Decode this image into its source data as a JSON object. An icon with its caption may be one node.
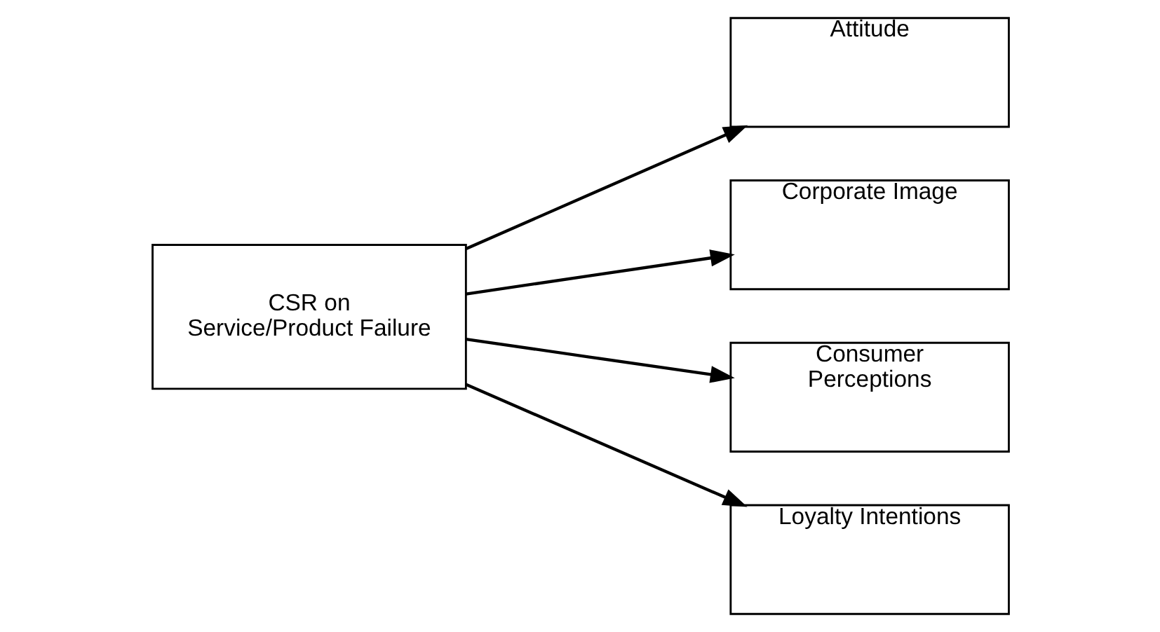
{
  "diagram": {
    "nodes": [
      {
        "text": [
          "CSR on Service/Product Failure"
        ]
      },
      {
        "text": [
          "Attitude"
        ]
      },
      {
        "text": [
          "Corporate Image"
        ]
      },
      {
        "text": [
          "Consumer Perceptions"
        ]
      },
      {
        "text": [
          "Loyalty Intentions"
        ]
      }
    ],
    "edges": [
      {
        "from": 0,
        "to": 1,
        "arrow": "to"
      },
      {
        "from": 0,
        "to": 2,
        "arrow": "to"
      },
      {
        "from": 0,
        "to": 3,
        "arrow": "to"
      },
      {
        "from": 0,
        "to": 4,
        "arrow": "to"
      }
    ]
  }
}
